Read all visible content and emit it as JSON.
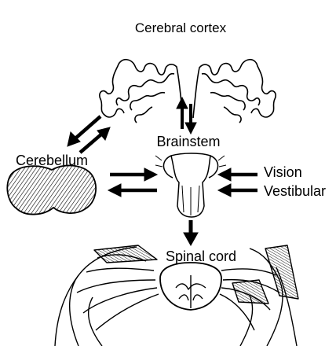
{
  "labels": {
    "cortex": "Cerebral cortex",
    "brainstem": "Brainstem",
    "cerebellum": "Cerebellum",
    "vision": "Vision",
    "vestibular": "Vestibular",
    "spinal": "Spinal cord"
  }
}
